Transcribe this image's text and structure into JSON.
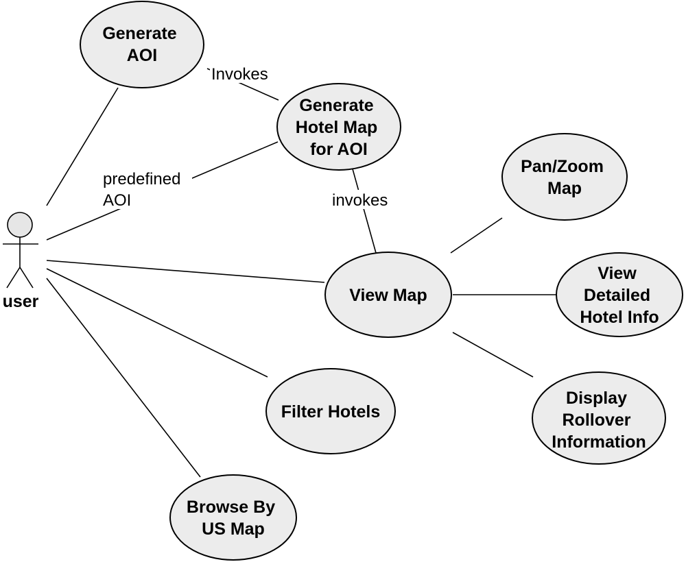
{
  "actor": {
    "label": "user"
  },
  "use_cases": {
    "generate_aoi": [
      "Generate",
      "AOI"
    ],
    "generate_hotel_map": [
      "Generate",
      "Hotel Map",
      "for AOI"
    ],
    "pan_zoom_map": [
      "Pan/Zoom",
      "Map"
    ],
    "view_map": [
      "View Map"
    ],
    "view_detailed_hotel_info": [
      "View",
      "Detailed",
      "Hotel Info"
    ],
    "display_rollover_information": [
      "Display",
      "Rollover",
      "Information"
    ],
    "filter_hotels": [
      "Filter Hotels"
    ],
    "browse_by_us_map": [
      "Browse By",
      "US Map"
    ]
  },
  "relationships": {
    "invokes_upper": "Invokes",
    "invokes_lower": "invokes",
    "predefined_aoi": [
      "predefined",
      "AOI"
    ]
  }
}
